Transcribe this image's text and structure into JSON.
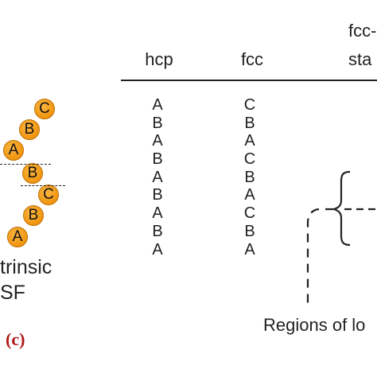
{
  "left_stack": {
    "atoms": [
      "C",
      "B",
      "A",
      "B",
      "C",
      "B",
      "A"
    ],
    "label_line1": "trinsic",
    "label_line2": "SF",
    "panel_label": "(c)"
  },
  "table": {
    "headers": {
      "hcp": "hcp",
      "fcc": "fcc",
      "third_line1": "fcc-",
      "third_line2": "sta"
    },
    "hcp": [
      "A",
      "B",
      "A",
      "B",
      "A",
      "B",
      "A",
      "B",
      "A"
    ],
    "fcc": [
      "C",
      "B",
      "A",
      "C",
      "B",
      "A",
      "C",
      "B",
      "A"
    ]
  },
  "footer": {
    "regions_text": "Regions of lo"
  }
}
